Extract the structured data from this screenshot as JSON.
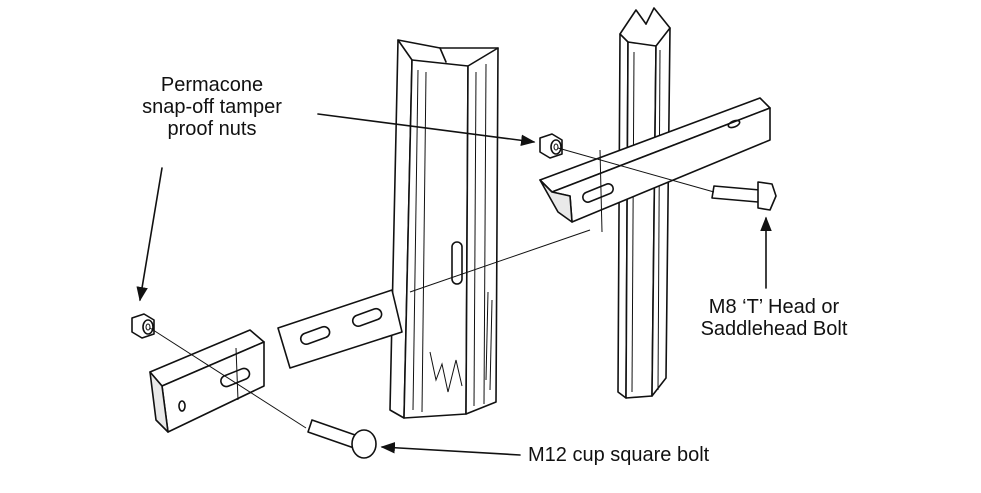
{
  "labels": {
    "nuts": [
      "Permacone",
      "snap-off tamper",
      "proof nuts"
    ],
    "m8_bolt": [
      "M8 ‘T’ Head or",
      "Saddlehead Bolt"
    ],
    "cup_bolt": "M12 cup square bolt"
  }
}
